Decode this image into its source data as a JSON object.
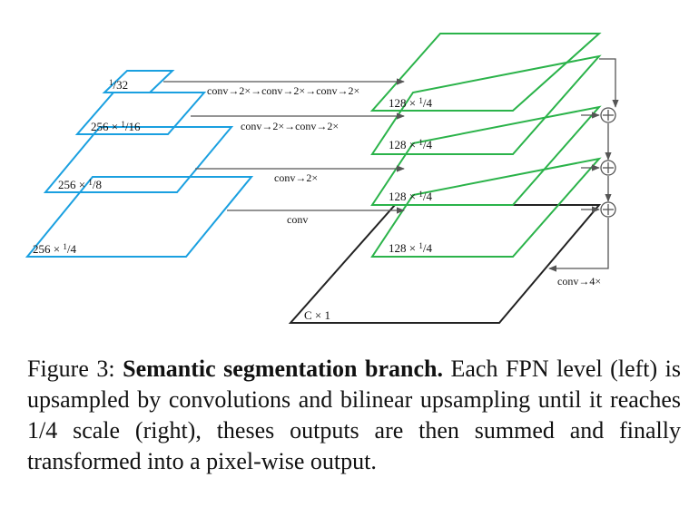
{
  "diagram": {
    "fpn_levels": [
      {
        "label_prefix": "",
        "num": "1",
        "den": "32"
      },
      {
        "label_prefix": "256 × ",
        "num": "1",
        "den": "16"
      },
      {
        "label_prefix": "256 × ",
        "num": "1",
        "den": "8"
      },
      {
        "label_prefix": "256 × ",
        "num": "1",
        "den": "4"
      }
    ],
    "branch_outputs": [
      {
        "label_prefix": "128 × ",
        "num": "1",
        "den": "4"
      },
      {
        "label_prefix": "128 × ",
        "num": "1",
        "den": "4"
      },
      {
        "label_prefix": "128 × ",
        "num": "1",
        "den": "4"
      },
      {
        "label_prefix": "128 × ",
        "num": "1",
        "den": "4"
      }
    ],
    "flows": [
      "conv→2×→conv→2×→conv→2×",
      "conv→2×→conv→2×",
      "conv→2×",
      "conv"
    ],
    "final_label": "C × 1",
    "final_flow": "conv→4×",
    "colors": {
      "fpn": "#1aa0e0",
      "branch": "#2bb34a",
      "final": "#222222"
    }
  },
  "caption": {
    "prefix": "Figure 3: ",
    "title": "Semantic segmentation branch.",
    "body": " Each FPN level (left) is upsampled by convolutions and bilinear upsampling until it reaches 1/4 scale (right), theses outputs are then summed and finally transformed into a pixel-wise output."
  }
}
